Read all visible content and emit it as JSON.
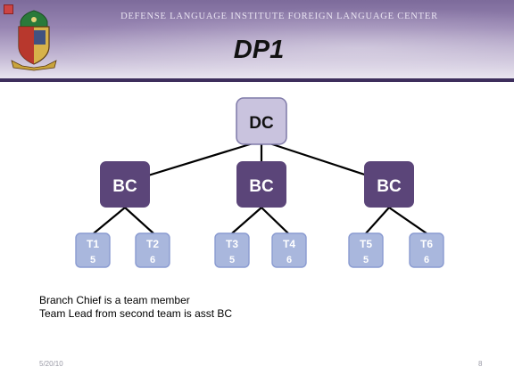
{
  "header": {
    "org_title": "DEFENSE LANGUAGE INSTITUTE FOREIGN LANGUAGE CENTER",
    "slide_title": "DP1"
  },
  "diagram": {
    "root": {
      "label": "DC"
    },
    "branches": [
      {
        "label": "BC",
        "teams": [
          {
            "label": "T1",
            "count": "5"
          },
          {
            "label": "T2",
            "count": "6"
          }
        ]
      },
      {
        "label": "BC",
        "teams": [
          {
            "label": "T3",
            "count": "5"
          },
          {
            "label": "T4",
            "count": "6"
          }
        ]
      },
      {
        "label": "BC",
        "teams": [
          {
            "label": "T5",
            "count": "5"
          },
          {
            "label": "T6",
            "count": "6"
          }
        ]
      }
    ],
    "colors": {
      "root_fill": "#c9c3de",
      "root_stroke": "#7f7aa8",
      "branch_fill": "#5b4579",
      "team_fill": "#a9b7dd",
      "team_stroke": "#8a9bd1",
      "connector": "#000000"
    }
  },
  "notes": [
    "Branch Chief is a team member",
    "Team Lead from second team is asst BC"
  ],
  "footer": {
    "date": "5/20/10",
    "page": "8"
  }
}
